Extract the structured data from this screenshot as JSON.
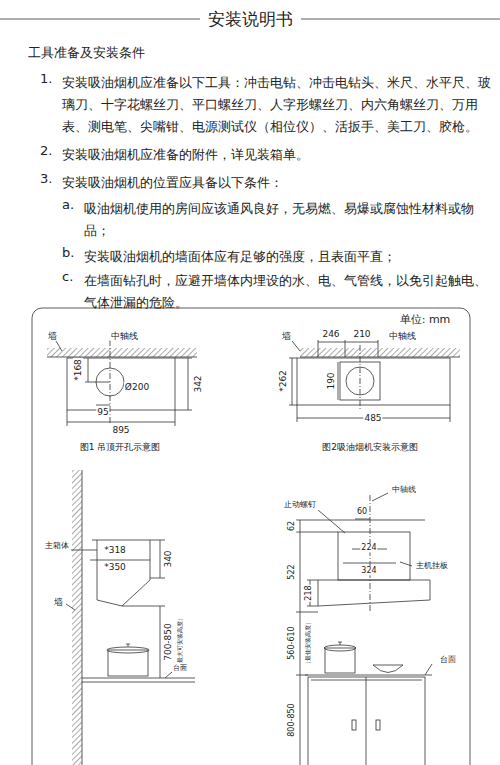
{
  "diagram": {
    "title": "安装说明书",
    "labels": [
      "工具准备及安装条件",
      "1.",
      "安装吸油烟机应准备以下工具：冲击电钻、冲击电钻头、米尺、水平尺、玻璃刀、十字花螺丝刀、平口螺丝刀、人字形螺丝刀、内六角螺丝刀、万用表、测电笔、尖嘴钳、电源测试仪（相位仪）、活扳手、美工刀、胶枪。",
      "2.",
      "安装吸油烟机应准备的附件，详见装箱单。",
      "3.",
      "安装吸油烟机的位置应具备以下条件：",
      "a.",
      "吸油烟机使用的房间应该通风良好，无易燃、易爆或腐蚀性材料或物品；",
      "b.",
      "安装吸油烟机的墙面体应有足够的强度，且表面平直；",
      "c.",
      "在墙面钻孔时，应避开墙体内埋设的水、电、气管线，以免引起触电、气体泄漏的危险。",
      "单位: mm",
      "墙",
      "中轴线",
      "*168",
      "Ø200",
      "95",
      "342",
      "895",
      "图1 吊顶开孔示意图",
      "墙",
      "246",
      "210",
      "中轴线",
      "*262",
      "190",
      "485",
      "图2吸油烟机安装示意图",
      "主箱体",
      "*318",
      "*350",
      "340",
      "墙",
      "700-850",
      "（最大可安装高度）",
      "台面",
      "止动螺钉",
      "中轴线",
      "62",
      "60",
      "224",
      "324",
      "主机挂板",
      "522",
      "218",
      "560-610",
      "（最佳安装高度）",
      "台面",
      "800-850"
    ]
  }
}
